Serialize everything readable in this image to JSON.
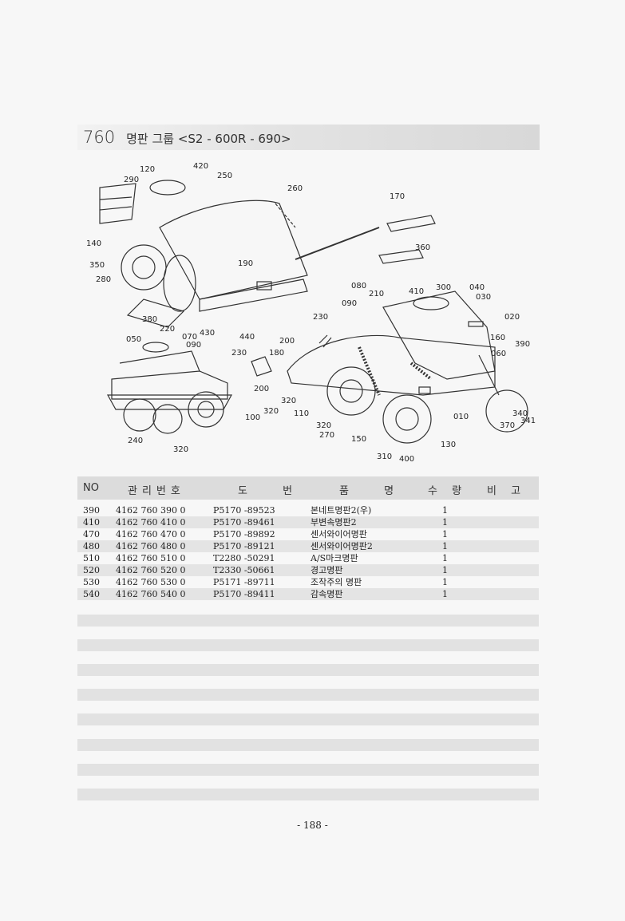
{
  "section": {
    "code": "760",
    "name": "명판 그룹 <S2 - 600R - 690>"
  },
  "diagram": {
    "callouts": [
      "120",
      "290",
      "420",
      "250",
      "260",
      "170",
      "140",
      "360",
      "350",
      "190",
      "280",
      "080",
      "410",
      "300",
      "040",
      "030",
      "210",
      "090",
      "020",
      "380",
      "230",
      "160",
      "390",
      "220",
      "070",
      "430",
      "440",
      "200",
      "060",
      "050",
      "090",
      "230",
      "180",
      "200",
      "340",
      "320",
      "110",
      "010",
      "370",
      "341",
      "100",
      "320",
      "320",
      "270",
      "150",
      "130",
      "240",
      "310",
      "400",
      "320"
    ]
  },
  "table": {
    "headers": [
      "NO",
      "관리번호",
      "도 번",
      "품 명",
      "수 량",
      "비 고"
    ],
    "rows": [
      {
        "no": "390",
        "mgmt": "4162 760 390 0",
        "drawing": "P5170 -89523",
        "name": "본네트명판2(우)",
        "qty": "1",
        "note": ""
      },
      {
        "no": "410",
        "mgmt": "4162 760 410 0",
        "drawing": "P5170 -89461",
        "name": "부변속명판2",
        "qty": "1",
        "note": ""
      },
      {
        "no": "470",
        "mgmt": "4162 760 470 0",
        "drawing": "P5170 -89892",
        "name": "센서와이어명판",
        "qty": "1",
        "note": ""
      },
      {
        "no": "480",
        "mgmt": "4162 760 480 0",
        "drawing": "P5170 -89121",
        "name": "센서와이어명판2",
        "qty": "1",
        "note": ""
      },
      {
        "no": "510",
        "mgmt": "4162 760 510 0",
        "drawing": "T2280 -50291",
        "name": "A/S마크명판",
        "qty": "1",
        "note": ""
      },
      {
        "no": "520",
        "mgmt": "4162 760 520 0",
        "drawing": "T2330 -50661",
        "name": "경고명판",
        "qty": "1",
        "note": ""
      },
      {
        "no": "530",
        "mgmt": "4162 760 530 0",
        "drawing": "P5171 -89711",
        "name": "조작주의 명판",
        "qty": "1",
        "note": ""
      },
      {
        "no": "540",
        "mgmt": "4162 760 540 0",
        "drawing": "P5170 -89411",
        "name": "감속명판",
        "qty": "1",
        "note": ""
      }
    ]
  },
  "page_number": "- 188 -"
}
